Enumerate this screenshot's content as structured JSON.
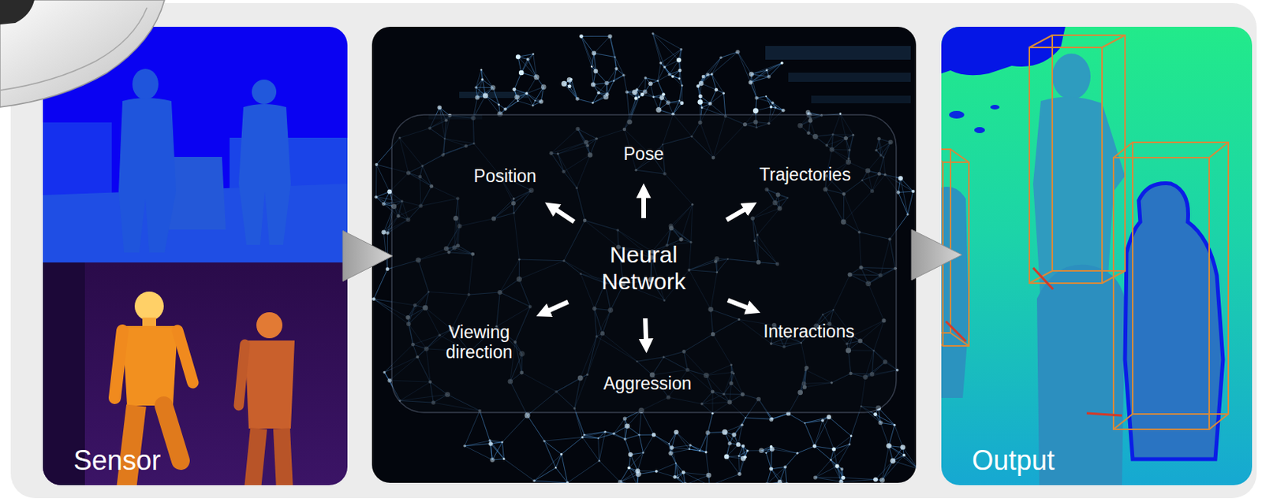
{
  "diagram": {
    "nodes": [
      {
        "text": [
          "Sensor"
        ]
      },
      {
        "text": [
          "Neural Network"
        ]
      },
      {
        "text": [
          "Position"
        ],
        "in": 1
      },
      {
        "text": [
          "Pose"
        ],
        "in": 1
      },
      {
        "text": [
          "Trajectories"
        ],
        "in": 1
      },
      {
        "text": [
          "Viewing direction"
        ],
        "in": 1
      },
      {
        "text": [
          "Aggression"
        ],
        "in": 1
      },
      {
        "text": [
          "Interactions"
        ],
        "in": 1
      },
      {
        "text": [
          "Output"
        ]
      }
    ],
    "edges": [
      {
        "from": 0,
        "to": 1,
        "arrow": "to"
      },
      {
        "from": 1,
        "to": 8,
        "arrow": "to"
      },
      {
        "from": 1,
        "to": 2,
        "arrow": "to"
      },
      {
        "from": 1,
        "to": 3,
        "arrow": "to"
      },
      {
        "from": 1,
        "to": 4,
        "arrow": "to"
      },
      {
        "from": 1,
        "to": 5,
        "arrow": "to"
      },
      {
        "from": 1,
        "to": 6,
        "arrow": "to"
      },
      {
        "from": 1,
        "to": 7,
        "arrow": "to"
      }
    ]
  }
}
